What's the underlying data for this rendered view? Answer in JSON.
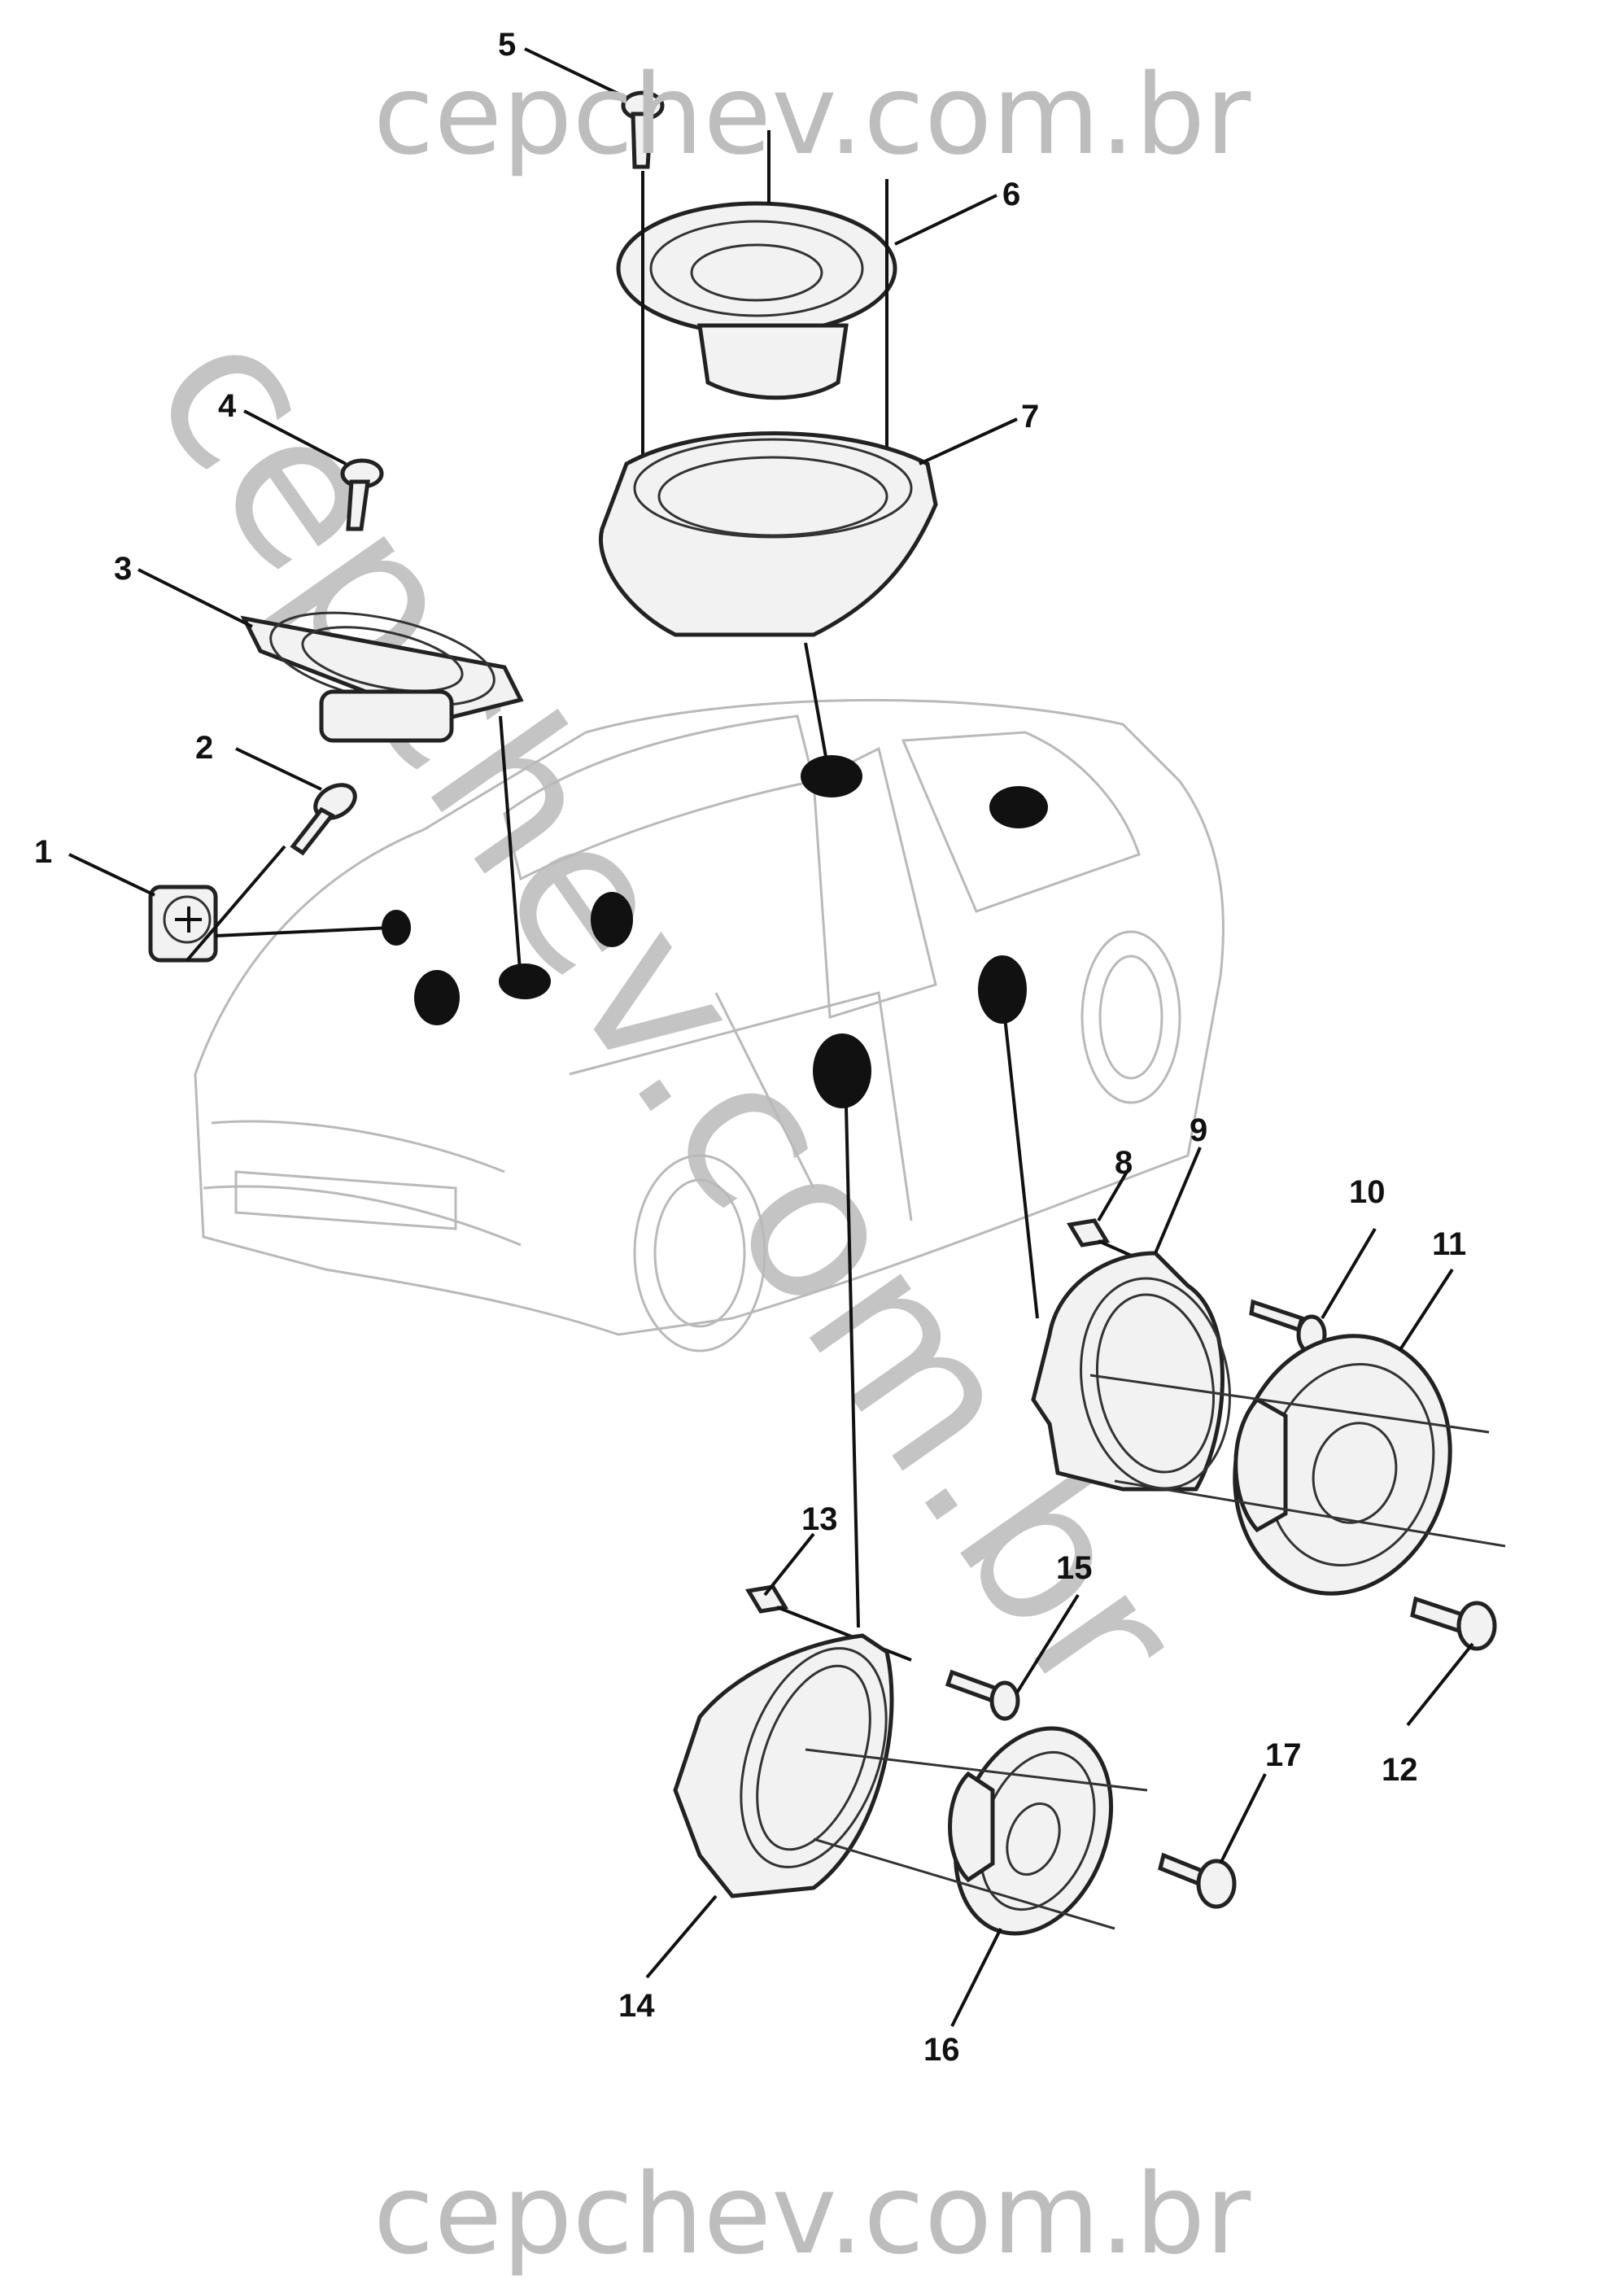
{
  "watermark": {
    "top": "cepchev.com.br",
    "diagonal": "cepchev.com.br",
    "bottom": "cepchev.com.br"
  },
  "callouts": [
    "1",
    "2",
    "3",
    "4",
    "5",
    "6",
    "7",
    "8",
    "9",
    "10",
    "11",
    "12",
    "13",
    "14",
    "15",
    "16",
    "17"
  ]
}
